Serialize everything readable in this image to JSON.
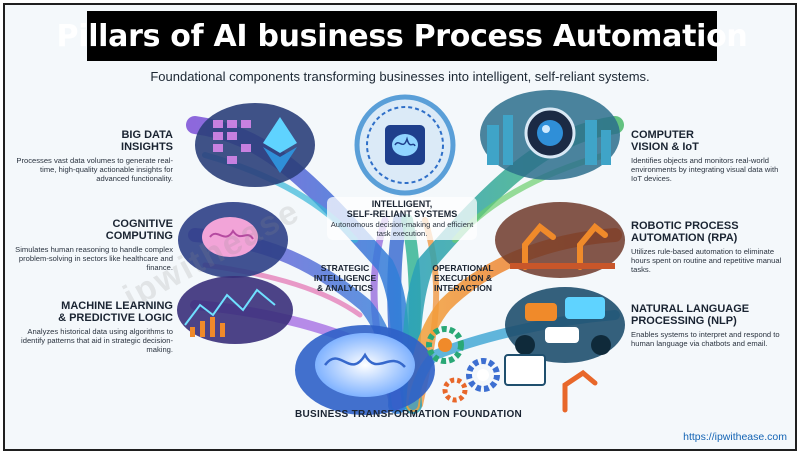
{
  "title": "Pillars of AI business Process Automation",
  "subtitle": "Foundational components transforming businesses into intelligent, self-reliant systems.",
  "pillars": {
    "big_data": {
      "heading_line1": "BIG DATA",
      "heading_line2": "INSIGHTS",
      "description": "Processes vast data volumes to generate real-time, high-quality actionable insights for advanced functionality."
    },
    "cognitive": {
      "heading_line1": "COGNITIVE",
      "heading_line2": "COMPUTING",
      "description": "Simulates human reasoning to handle complex problem-solving in sectors like healthcare and finance."
    },
    "ml": {
      "heading_line1": "MACHINE LEARNING",
      "heading_line2": "& PREDICTIVE LOGIC",
      "description": "Analyzes historical data using algorithms to identify patterns that aid in strategic decision-making."
    },
    "vision": {
      "heading_line1": "COMPUTER",
      "heading_line2": "VISION & IoT",
      "description": "Identifies objects and monitors real-world environments by integrating visual data with IoT devices."
    },
    "rpa": {
      "heading_line1": "ROBOTIC PROCESS",
      "heading_line2": "AUTOMATION (RPA)",
      "description": "Utilizes rule-based automation to eliminate hours spent on routine and repetitive manual tasks."
    },
    "nlp": {
      "heading_line1": "NATURAL LANGUAGE",
      "heading_line2": "PROCESSING (NLP)",
      "description": "Enables systems to interpret and respond to human language via chatbots and email."
    }
  },
  "center": {
    "heading_line1": "INTELLIGENT,",
    "heading_line2": "SELF-RELIANT SYSTEMS",
    "description": "Autonomous decision-making and efficient task execution."
  },
  "branches": {
    "strategic_line1": "STRATEGIC",
    "strategic_line2": "INTELLIGENCE",
    "strategic_line3": "& ANALYTICS",
    "operational_line1": "OPERATIONAL",
    "operational_line2": "EXECUTION &",
    "operational_line3": "INTERACTION"
  },
  "footer_label": "BUSINESS TRANSFORMATION FOUNDATION",
  "site_url": "https://ipwithease.com",
  "watermark": "ipwithease",
  "colors": {
    "title_bg": "#000000",
    "title_text": "#ffffff",
    "left_streams": "#6a4fc4",
    "right_streams": "#2aa876",
    "accent_orange": "#f08a2a",
    "url": "#1464b4"
  },
  "icons": [
    "brain-chip-icon",
    "ethereum-diamond-icon",
    "brain-icon",
    "camera-lens-icon",
    "robot-arm-icon",
    "chat-bubble-icon",
    "gear-icon",
    "city-skyline-icon"
  ]
}
